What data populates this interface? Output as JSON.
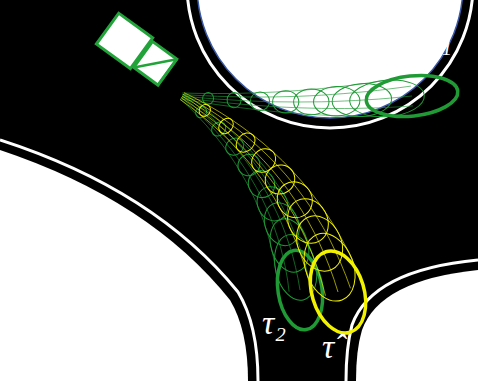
{
  "diagram": {
    "labels": [
      "τ₁",
      "τ₂",
      "τ̂"
    ]
  }
}
